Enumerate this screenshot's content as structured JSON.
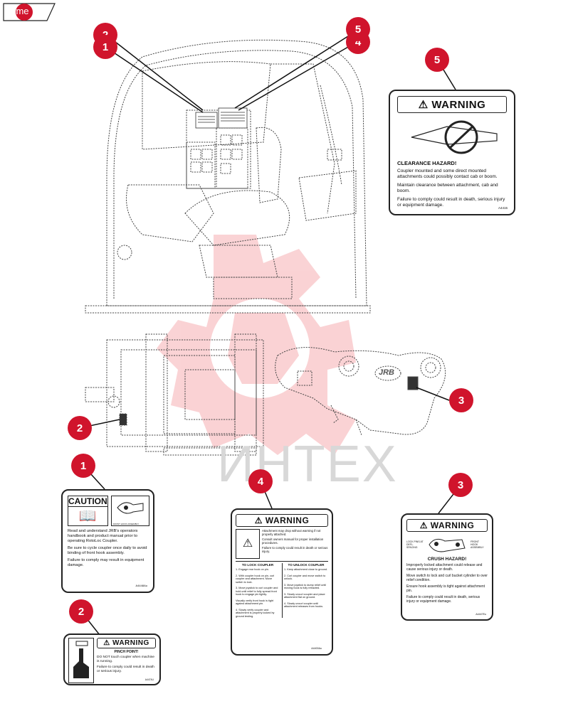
{
  "nav": {
    "home_label": "home"
  },
  "watermark": {
    "text": "ИНТЕХ",
    "color": "#e8242f"
  },
  "colors": {
    "callout": "#d0142c",
    "line": "#222222"
  },
  "callouts": [
    {
      "id": "c1_top",
      "label": "1"
    },
    {
      "id": "c1_top_shadow",
      "label": "2"
    },
    {
      "id": "c5_top",
      "label": "5"
    },
    {
      "id": "c4_top",
      "label": "4"
    },
    {
      "id": "c5_right",
      "label": "5"
    },
    {
      "id": "c2_mid",
      "label": "2"
    },
    {
      "id": "c3_mid",
      "label": "3"
    },
    {
      "id": "c1_bottom",
      "label": "1"
    },
    {
      "id": "c4_bottom",
      "label": "4"
    },
    {
      "id": "c3_bottom",
      "label": "3"
    },
    {
      "id": "c2_bottom",
      "label": "2"
    }
  ],
  "brand_plate": "JRB",
  "label5": {
    "header": "WARNING",
    "hazard": "CLEARANCE HAZARD!",
    "lines": [
      "Coupler mounted and some direct mounted attachments could possibly contact cab or boom.",
      "Maintain clearance between attachment, cab and boom.",
      "Failure to comply could result in death, serious injury or equipment damage."
    ],
    "code": "A4415"
  },
  "label1": {
    "header": "CAUTION",
    "pic_caption": "FRONT HOOK ASSEMBLY",
    "lines": [
      "Read and understand JRB's operators handbook and product manual prior to operating RotoLoc Coupler.",
      "Be sure to cycle coupler once daily to avoid binding of front hook assembly.",
      "Failure to comply may result in equipment damage."
    ],
    "code": "A4448Au"
  },
  "label4": {
    "header": "WARNING",
    "intro": [
      "Attachment may drop without warning if not properly attached.",
      "Consult owners manual for proper installation procedures.",
      "Failure to comply could result in death or serious injury."
    ],
    "lock_title": "TO LOCK COUPLER",
    "unlock_title": "TO UNLOCK COUPLER",
    "lock_steps": [
      "1. Engage rear hook on pin.",
      "2. With coupler hook on pin, curl coupler and attachment. Move switch to lock.",
      "3. Move joystick to curl coupler and hold until relief to fully spread front hook to engage pin tightly.",
      "Visually verify front hook is tight against attachment pin.",
      "4. Slowly verify coupler and attachment is properly locked by ground testing."
    ],
    "unlock_steps": [
      "1. Keep attachment close to ground.",
      "2. Curl coupler and move switch to unlock.",
      "3. Move joystick to dump relief until moving hook is fully retracted.",
      "3. Slowly uncurl coupler and place attachment flat on ground.",
      "4. Slowly uncurl coupler until attachment releases from hooks."
    ],
    "code": "A4400Au"
  },
  "label3": {
    "header": "WARNING",
    "pic_left": "LOCK PINS AT DEFL. SPACING",
    "pic_right": "FRONT HOOK ASSEMBLY",
    "hazard": "CRUSH HAZARD!",
    "lines": [
      "Improperly locked attachment could release and cause serious injury or death.",
      "Move switch to lock and curl bucket cylinder to over relief condition.",
      "Ensure hook assembly is tight against attachment pin.",
      "Failure to comply could result in death, serious injury or equipment damage."
    ],
    "code": "A4447Eu"
  },
  "label2": {
    "header": "WARNING",
    "hazard": "PINCH POINT!",
    "lines": [
      "DO NOT touch coupler when machine is running.",
      "Failure to comply could result in death or serious injury."
    ],
    "code": "A4474U"
  }
}
